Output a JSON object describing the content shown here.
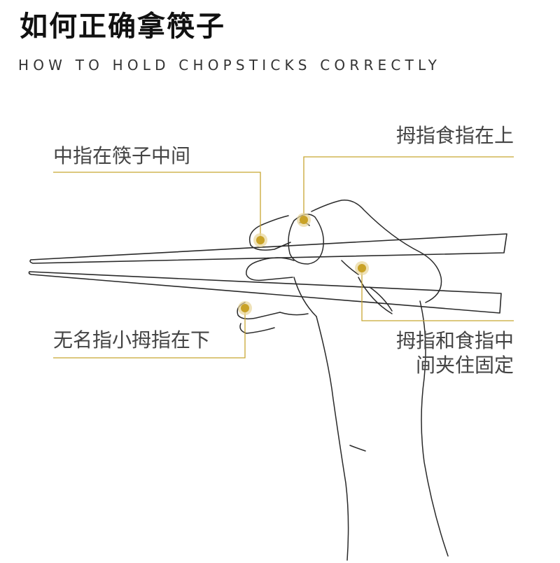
{
  "title": "如何正确拿筷子",
  "subtitle": "HOW TO HOLD CHOPSTICKS CORRECTLY",
  "callouts": {
    "middle_finger": "中指在筷子中间",
    "thumb_index_top": "拇指食指在上",
    "ring_pinky_bottom": "无名指小拇指在下",
    "thumb_index_clamp_line1": "拇指和食指中",
    "thumb_index_clamp_line2": "间夹住固定"
  },
  "colors": {
    "accent": "#c8a632",
    "accent_dot": "#c9a227",
    "line_art": "#2a2a2a",
    "text": "#444444"
  }
}
